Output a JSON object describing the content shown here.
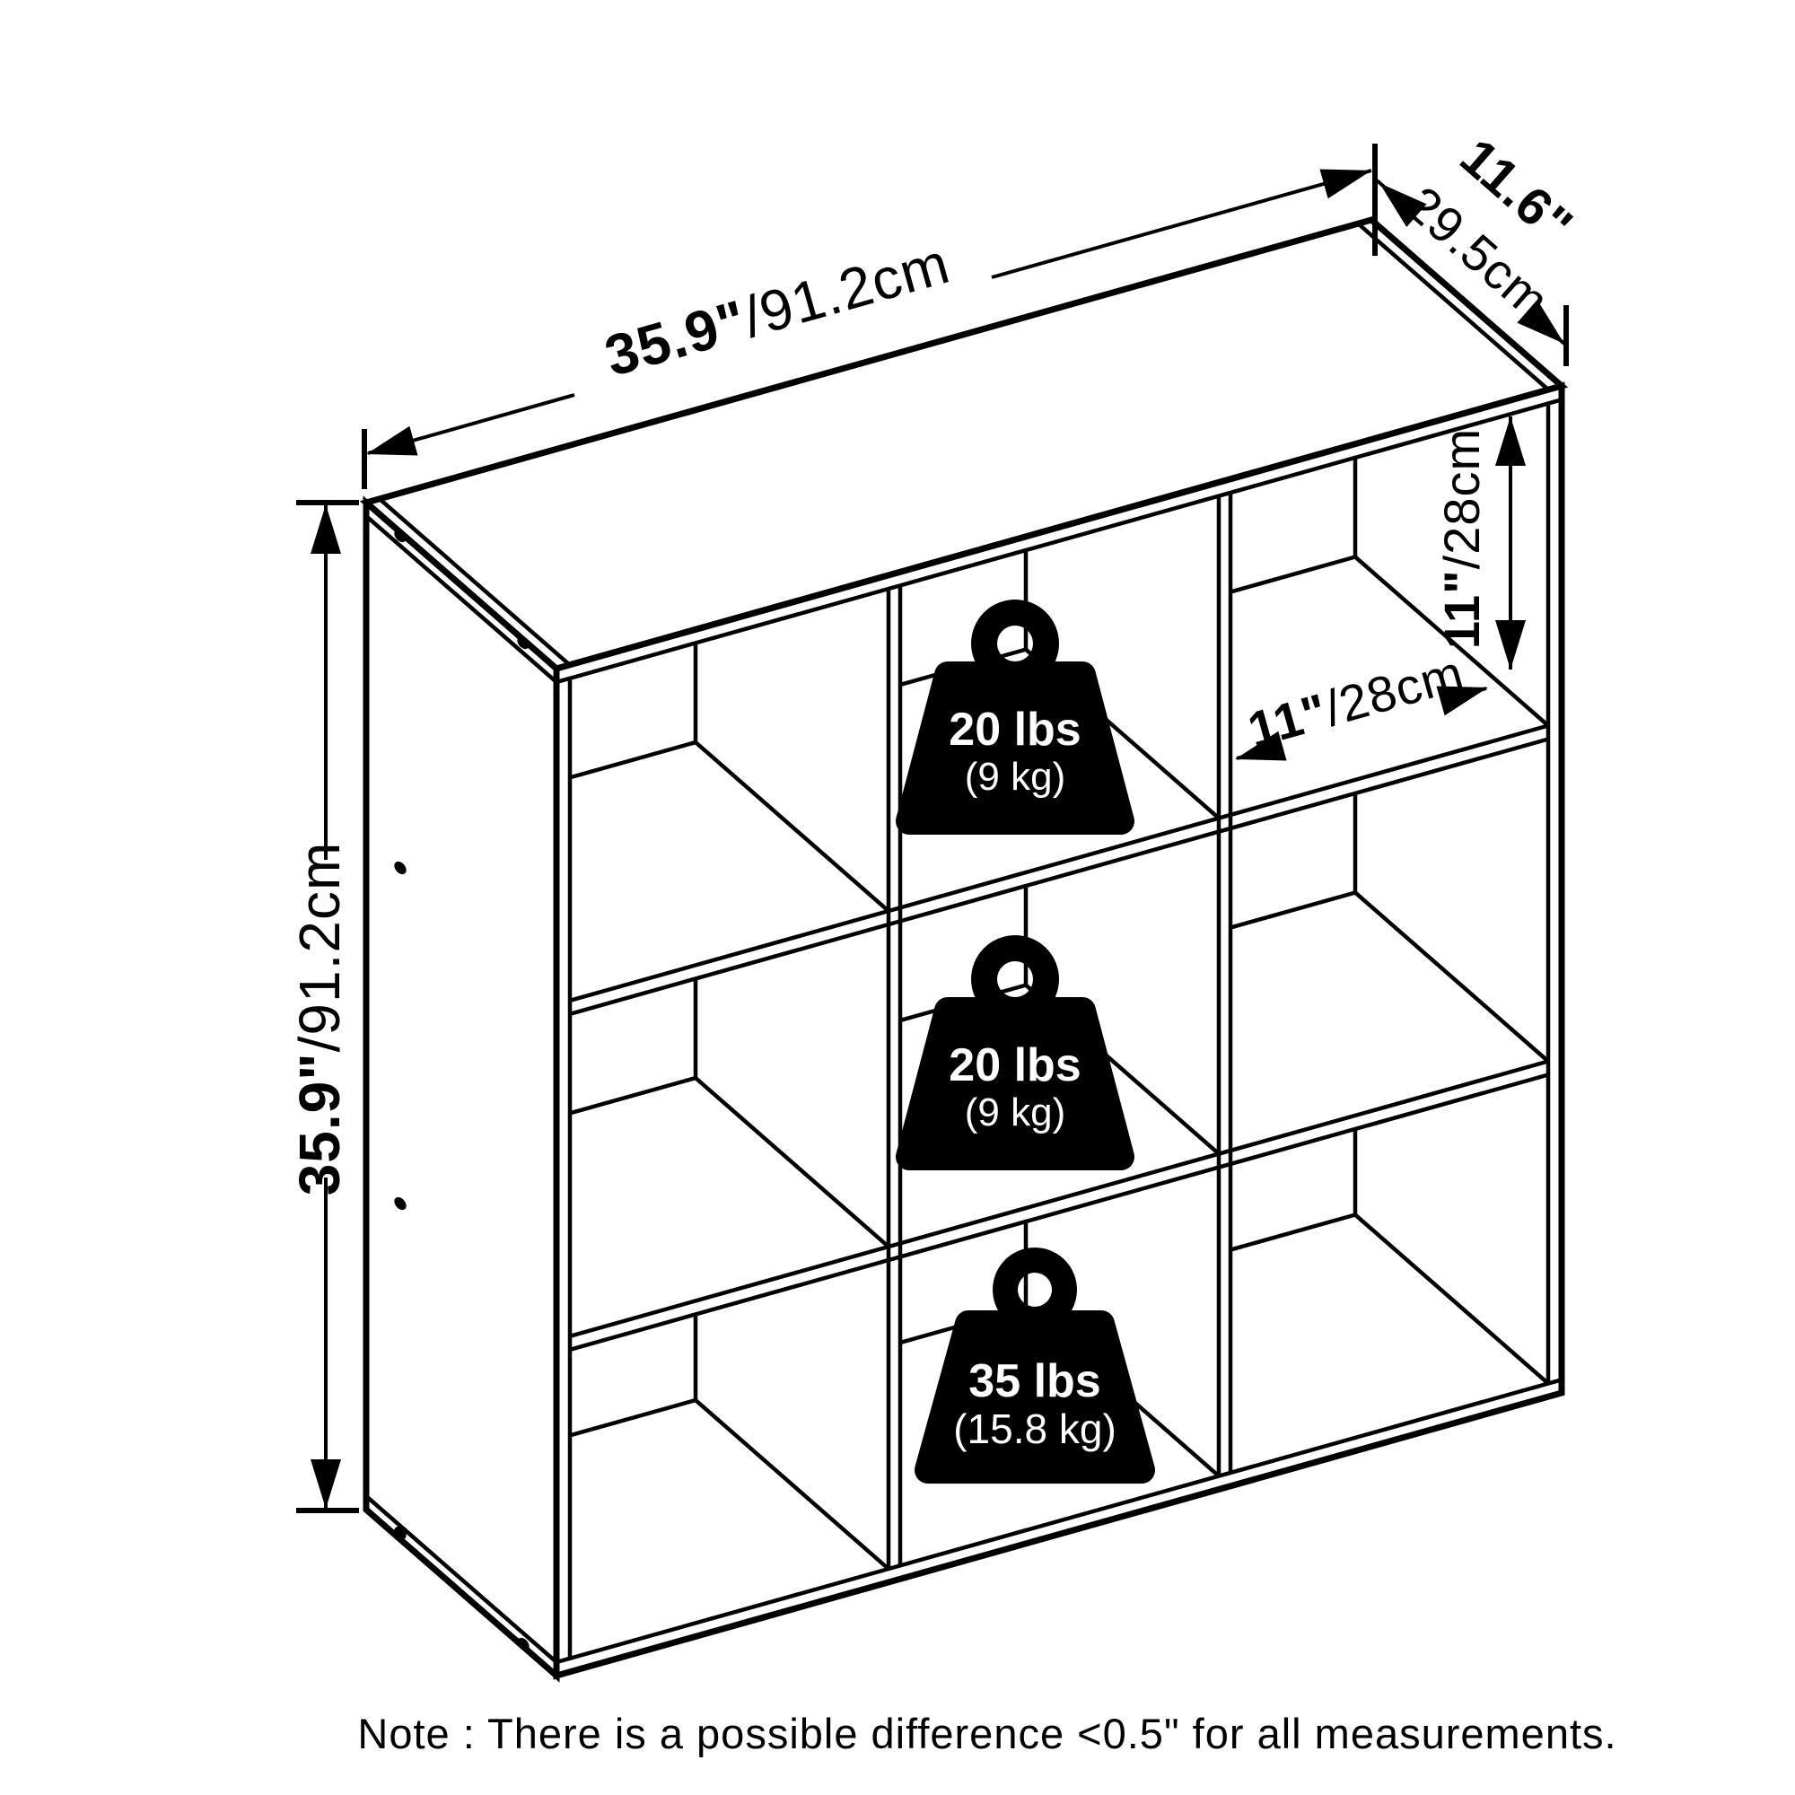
{
  "diagram": {
    "title": "9-cube storage organizer dimension diagram",
    "width_dim": {
      "in": "35.9\"",
      "cm": "/91.2cm"
    },
    "height_dim": {
      "in": "35.9\"",
      "cm": "/91.2cm"
    },
    "depth_dim": {
      "in": "11.6\"",
      "cm": "29.5cm"
    },
    "cube_height_dim": {
      "in": "11\"",
      "cm": "/28cm"
    },
    "cube_width_dim": {
      "in": "11\"",
      "cm": "/28cm"
    },
    "weights": [
      {
        "lbs": "20 lbs",
        "kg": "(9 kg)"
      },
      {
        "lbs": "20 lbs",
        "kg": "(9 kg)"
      },
      {
        "lbs": "35 lbs",
        "kg": "(15.8 kg)"
      }
    ],
    "note": "Note : There is a possible difference <0.5\" for all measurements.",
    "icons": {
      "weight": "weight-icon"
    },
    "colors": {
      "line": "#000000",
      "background": "#ffffff",
      "weight_fill": "#000000",
      "weight_text": "#ffffff"
    }
  }
}
